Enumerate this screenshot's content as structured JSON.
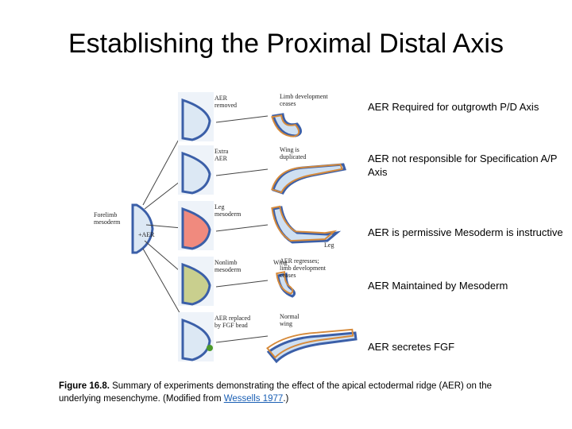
{
  "title": "Establishing the Proximal Distal Axis",
  "figure": {
    "rows": [
      {
        "left_label": [
          "AER",
          "removed"
        ],
        "right_label": [
          "Limb development",
          "ceases"
        ],
        "bud_color": "#dce8f4"
      },
      {
        "left_label": [
          "Extra",
          "AER"
        ],
        "right_label": [
          "Wing is",
          "duplicated"
        ],
        "bud_color": "#dce8f4"
      },
      {
        "left_label": [
          "Leg",
          "mesoderm"
        ],
        "right_label": [
          "Leg"
        ],
        "bud_color": "#f08a7e"
      },
      {
        "left_label": [
          "Nonlimb",
          "mesoderm"
        ],
        "right_label": [
          "AER regresses;",
          "limb development",
          "ceases"
        ],
        "bud_color": "#c9cf8e"
      },
      {
        "left_label": [
          "AER replaced",
          "by FGF bead"
        ],
        "right_label": [
          "Normal",
          "wing"
        ],
        "bud_color": "#dce8f4"
      }
    ],
    "source_label": [
      "Forelimb",
      "mesoderm"
    ],
    "source_plus": "+AER",
    "middle_wing_label": "Wing"
  },
  "notes": [
    "AER Required for outgrowth P/D Axis",
    "AER not responsible for Specification A/P Axis",
    "AER is permissive Mesoderm is instructive",
    "AER Maintained by Mesoderm",
    "AER secretes FGF"
  ],
  "caption": {
    "figure_ref": "Figure 16.8.",
    "text": " Summary of experiments demonstrating the effect of the apical ectodermal ridge (AER) on the underlying mesenchyme. (Modified from ",
    "link": "Wessells 1977",
    "tail": ".)"
  },
  "colors": {
    "ectoderm": "#3b5fa8",
    "bone": "#d68a3a",
    "link": "#1a5fb4"
  }
}
